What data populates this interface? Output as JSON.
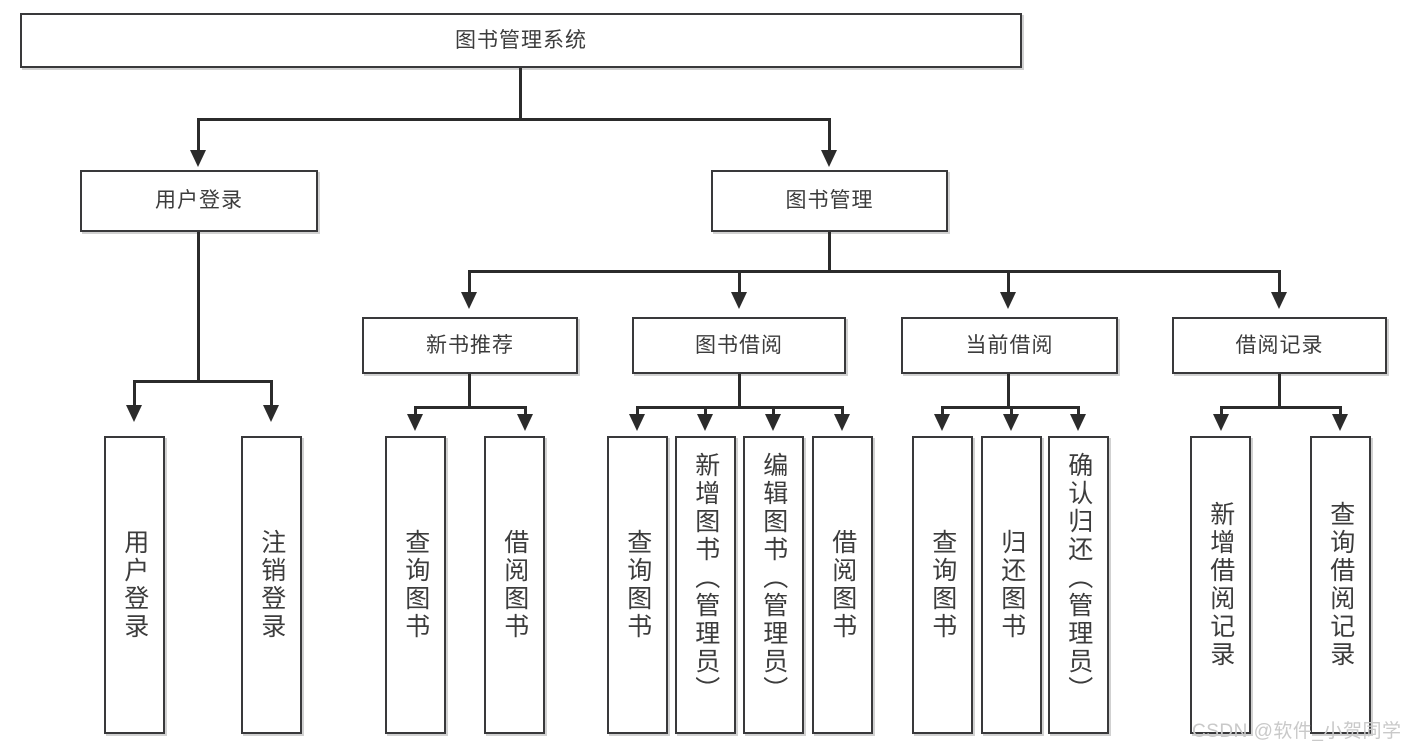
{
  "diagram": {
    "type": "tree",
    "title": "图书管理系统",
    "root": {
      "label": "图书管理系统"
    },
    "level2": [
      {
        "label": "用户登录"
      },
      {
        "label": "图书管理"
      }
    ],
    "level3": [
      {
        "label": "新书推荐"
      },
      {
        "label": "图书借阅"
      },
      {
        "label": "当前借阅"
      },
      {
        "label": "借阅记录"
      }
    ],
    "leaves": {
      "user_login": [
        {
          "label": "用户登录"
        },
        {
          "label": "注销登录"
        }
      ],
      "new_book_recommend": [
        {
          "label": "查询图书"
        },
        {
          "label": "借阅图书"
        }
      ],
      "book_borrow": [
        {
          "label": "查询图书"
        },
        {
          "label": "新增图书（管理员）"
        },
        {
          "label": "编辑图书（管理员）"
        },
        {
          "label": "借阅图书"
        }
      ],
      "current_borrow": [
        {
          "label": "查询图书"
        },
        {
          "label": "归还图书"
        },
        {
          "label": "确认归还（管理员）"
        }
      ],
      "borrow_record": [
        {
          "label": "新增借阅记录"
        },
        {
          "label": "查询借阅记录"
        }
      ]
    }
  },
  "watermark": {
    "text": "CSDN @软件_小贺同学"
  },
  "colors": {
    "box_border": "#39393b",
    "text": "#3c3c3c",
    "connector": "#2b2b2b",
    "background": "#ffffff",
    "watermark": "#c9c9c9"
  }
}
